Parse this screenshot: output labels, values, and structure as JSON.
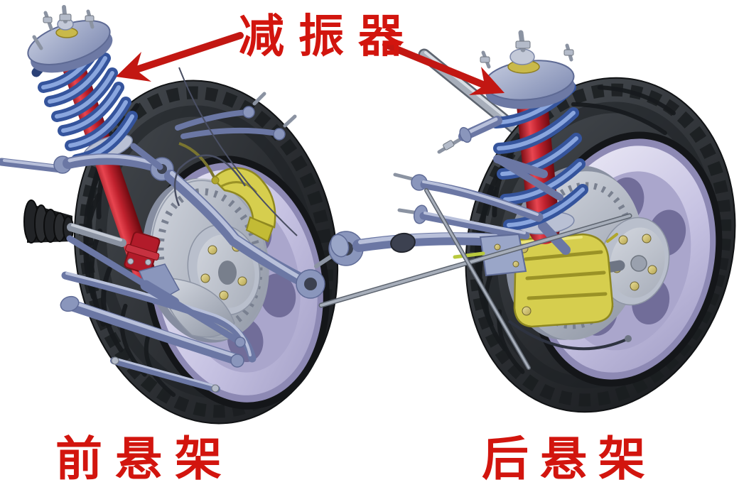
{
  "figure": {
    "annotation_label": "减振器",
    "caption_front": "前悬架",
    "caption_rear": "后悬架"
  },
  "icons": {
    "left_arrow": "arrow-pointing-down-left",
    "right_arrow": "arrow-pointing-down-right"
  },
  "colors": {
    "background": "#ffffff",
    "label_red": "#d2150e",
    "arrow_red": "#c21712",
    "spring_blue": "#35549c",
    "spring_blue_light": "#8aa6de",
    "shock_red": "#cc2133",
    "caliper_yellow": "#d6ce4e",
    "caliper_edge": "#8f8820",
    "metal": "#6b77a4",
    "metal_mid": "#8a96bc",
    "metal_dark": "#5f6b96",
    "metal_light": "#b8c0da",
    "silver": "#b9bfcc",
    "tire_dark": "#26292d",
    "rim_lavender": "#cac6e4",
    "rim_shadow": "#8d89b4",
    "bolt_gold": "#c9bd72"
  }
}
